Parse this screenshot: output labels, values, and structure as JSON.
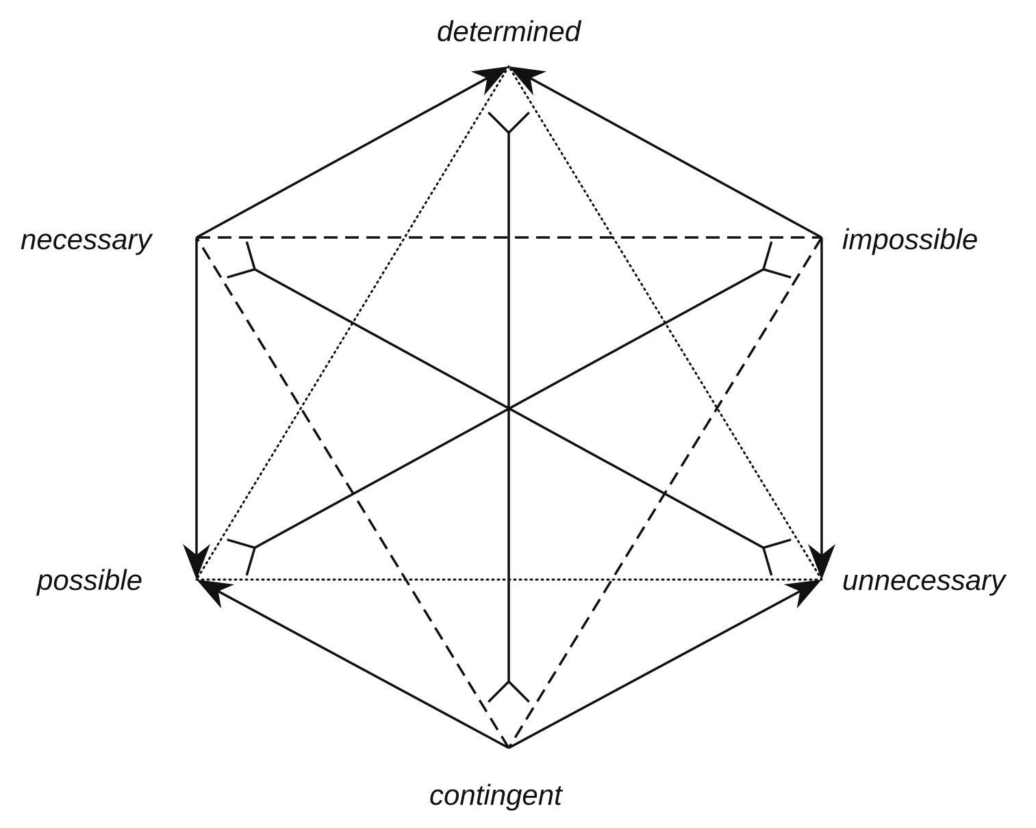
{
  "title": "Logical hexagon of modalities",
  "vertices": {
    "determined": "determined",
    "necessary": "necessary",
    "impossible": "impossible",
    "possible": "possible",
    "unnecessary": "unnecessary",
    "contingent": "contingent"
  },
  "relations": {
    "implication_arrows": [
      [
        "necessary",
        "determined"
      ],
      [
        "impossible",
        "determined"
      ],
      [
        "necessary",
        "possible"
      ],
      [
        "impossible",
        "unnecessary"
      ],
      [
        "contingent",
        "possible"
      ],
      [
        "contingent",
        "unnecessary"
      ]
    ],
    "dashed_triangle": [
      "necessary",
      "impossible",
      "contingent"
    ],
    "dotted_triangle": [
      "determined",
      "possible",
      "unnecessary"
    ],
    "contradiction_lines": [
      [
        "determined",
        "contingent"
      ],
      [
        "necessary",
        "unnecessary"
      ],
      [
        "impossible",
        "possible"
      ]
    ]
  },
  "colors": {
    "ink": "#111111"
  }
}
